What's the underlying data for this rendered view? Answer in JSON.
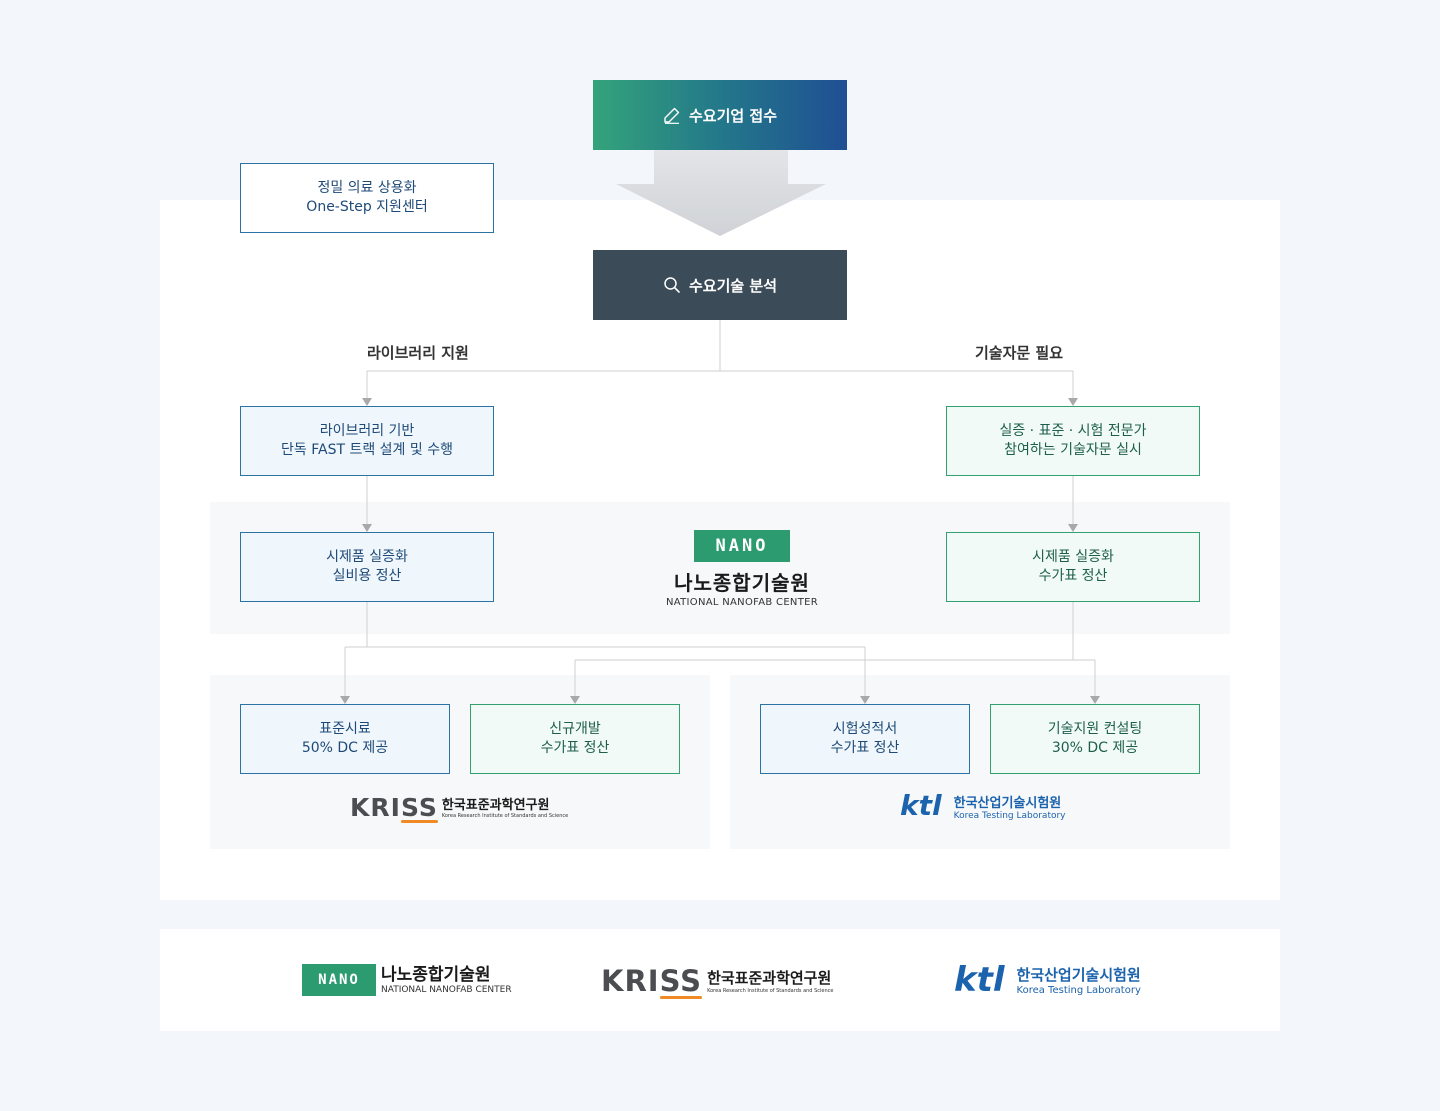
{
  "intake": {
    "label": "수요기업 접수",
    "icon": "pencil-icon"
  },
  "analysis": {
    "label": "수요기술 분석",
    "icon": "search-icon"
  },
  "center_box": {
    "line1": "정밀 의료 상용화",
    "line2": "One-Step 지원센터"
  },
  "branches": {
    "left": "라이브러리 지원",
    "right": "기술자문 필요"
  },
  "library_box": {
    "line1": "라이브러리 기반",
    "line2": "단독 FAST 트랙 설계 및 수행"
  },
  "advisory_box": {
    "line1": "실증 · 표준 · 시험 전문가",
    "line2": "참여하는 기술자문 실시"
  },
  "proto_actual": {
    "line1": "시제품 실증화",
    "line2": "실비용 정산"
  },
  "proto_price": {
    "line1": "시제품 실증화",
    "line2": "수가표 정산"
  },
  "standard_sample": {
    "line1": "표준시료",
    "line2": "50% DC 제공"
  },
  "new_dev": {
    "line1": "신규개발",
    "line2": "수가표 정산"
  },
  "test_report": {
    "line1": "시험성적서",
    "line2": "수가표 정산"
  },
  "tech_consult": {
    "line1": "기술지원 컨설팅",
    "line2": "30% DC 제공"
  },
  "logos": {
    "nano": {
      "badge": "NANO",
      "ko": "나노종합기술원",
      "en": "NATIONAL NANOFAB CENTER"
    },
    "kriss": {
      "word_a": "KRI",
      "word_b": "SS",
      "ko": "한국표준과학연구원",
      "en": "Korea Research Institute of Standards and Science"
    },
    "ktl": {
      "word": "ktl",
      "ko": "한국산업기술시험원",
      "en": "Korea Testing Laboratory"
    }
  },
  "colors": {
    "accent_blue": "#2b72a5",
    "accent_green": "#33a070",
    "dark_header": "#3b4b58",
    "kriss_orange": "#f08a24",
    "ktl_blue": "#1c63ae"
  }
}
